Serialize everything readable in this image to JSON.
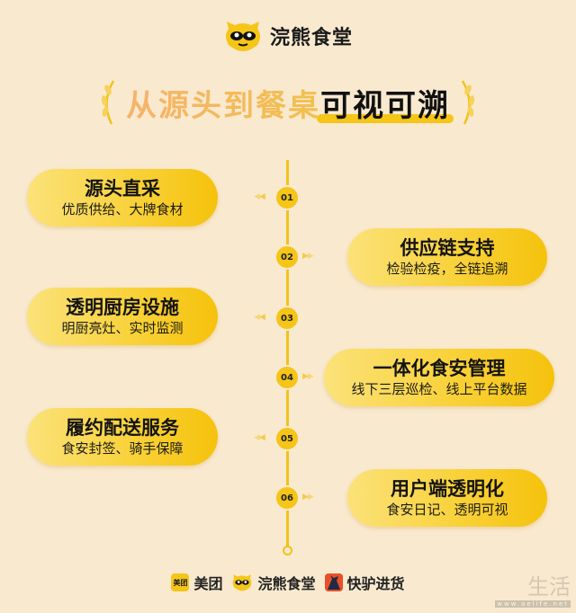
{
  "brand": {
    "name": "浣熊食堂",
    "logo_icon": "raccoon-icon"
  },
  "headline": {
    "part_a": "从源头到餐桌",
    "part_b": "可视可溯"
  },
  "colors": {
    "background": "#f9e9cf",
    "accent": "#f5c518",
    "text": "#141414"
  },
  "steps": [
    {
      "num": "01",
      "title": "源头直采",
      "subtitle": "优质供给、大牌食材",
      "side": "left"
    },
    {
      "num": "02",
      "title": "供应链支持",
      "subtitle": "检验检疫，全链追溯",
      "side": "right"
    },
    {
      "num": "03",
      "title": "透明厨房设施",
      "subtitle": "明厨亮灶、实时监测",
      "side": "left"
    },
    {
      "num": "04",
      "title": "一体化食安管理",
      "subtitle": "线下三层巡检、线上平台数据",
      "side": "right"
    },
    {
      "num": "05",
      "title": "履约配送服务",
      "subtitle": "食安封签、骑手保障",
      "side": "left"
    },
    {
      "num": "06",
      "title": "用户端透明化",
      "subtitle": "食安日记、透明可视",
      "side": "right"
    }
  ],
  "footer": {
    "meituan": {
      "badge": "美团",
      "label": "美团"
    },
    "raccoon": {
      "label": "浣熊食堂"
    },
    "kuailv": {
      "label": "快驴进货"
    }
  },
  "watermark": {
    "main": "生活",
    "url": "www.aelife.net"
  }
}
